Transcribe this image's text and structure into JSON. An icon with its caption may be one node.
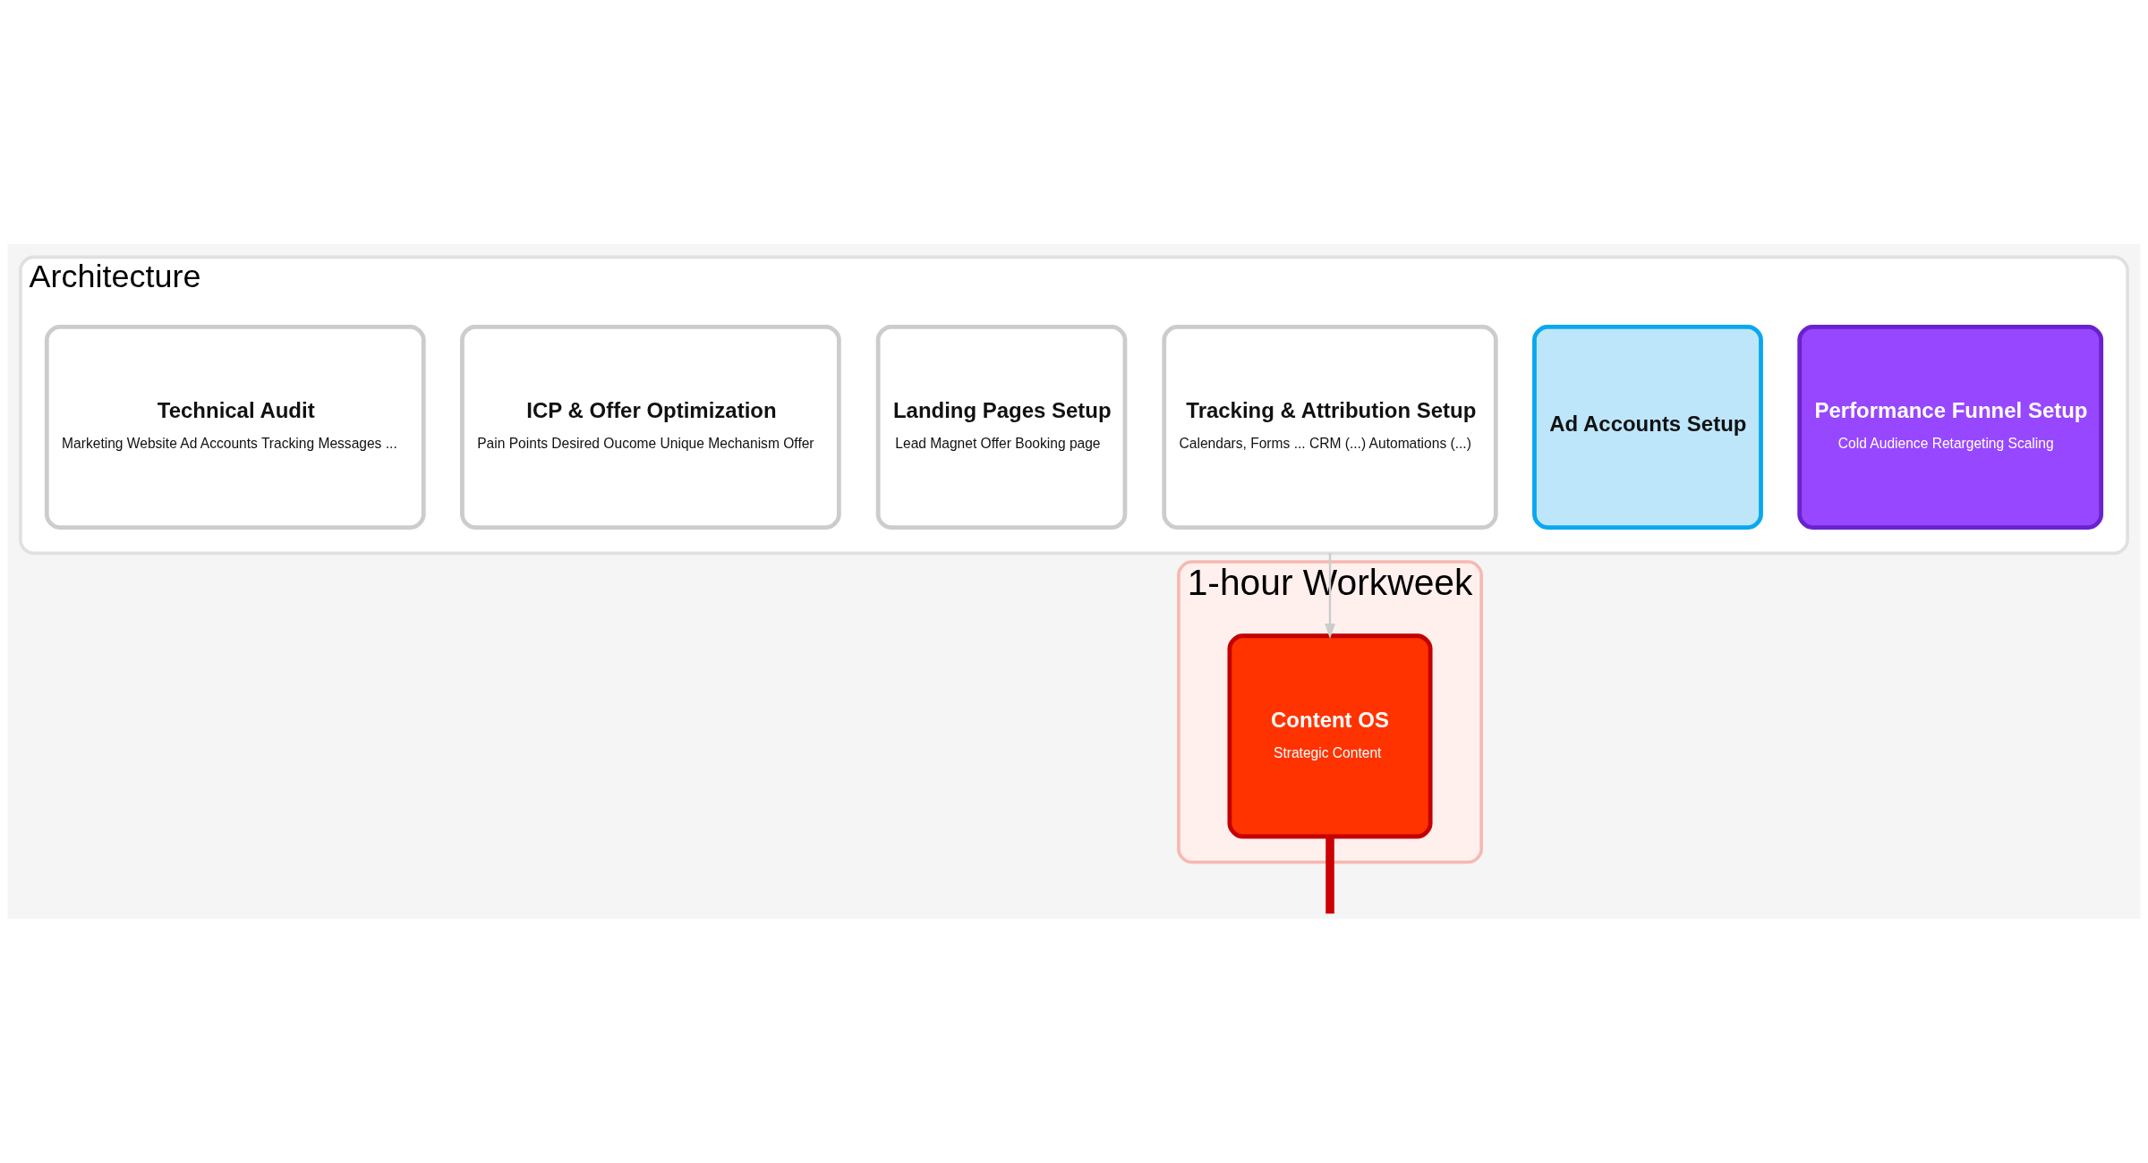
{
  "diagram": {
    "nodes": [
      {
        "text": [
          "Architecture"
        ]
      },
      {
        "text": [
          "Technical Audit",
          "Marketing Website Ad Accounts Tracking Messages ..."
        ],
        "in": 0
      },
      {
        "text": [
          "ICP & Offer Optimization",
          "Pain Points Desired Oucome Unique Mechanism Offer"
        ],
        "in": 0
      },
      {
        "text": [
          "Landing Pages Setup",
          "Lead Magnet Offer Booking page"
        ],
        "in": 0
      },
      {
        "text": [
          "Tracking & Attribution Setup",
          "Calendars, Forms ... CRM (...) Automations (...)"
        ],
        "in": 0
      },
      {
        "text": [
          "Ad Accounts Setup"
        ],
        "in": 0
      },
      {
        "text": [
          "Performance Funnel Setup",
          "Cold Audience Retargeting Scaling"
        ],
        "in": 0
      },
      {
        "text": [
          "1-hour Workweek"
        ]
      },
      {
        "text": [
          "Content OS",
          "Strategic Content"
        ],
        "in": 7
      }
    ],
    "edges": [
      {
        "from": 0,
        "to": 8,
        "arrow": "to"
      },
      {
        "from": 8,
        "to": null,
        "arrow": "none",
        "style": "thick",
        "color": "#cc0000"
      }
    ]
  }
}
